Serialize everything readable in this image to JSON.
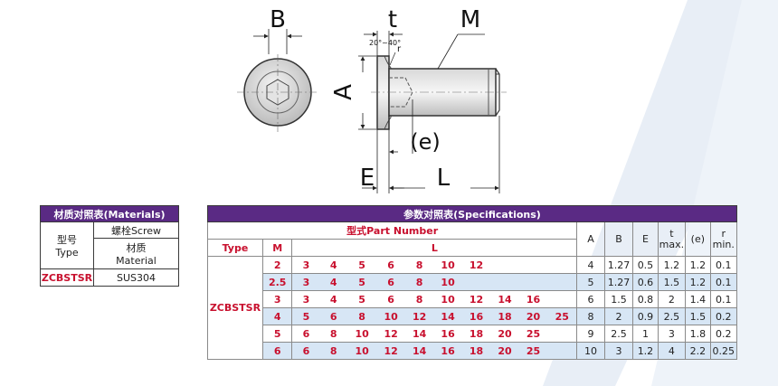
{
  "drawing": {
    "labels": {
      "B": "B",
      "t": "t",
      "M": "M",
      "angle": "20°~40°",
      "r": "r",
      "A": "A",
      "e": "(e)",
      "E": "E",
      "L": "L"
    }
  },
  "materials": {
    "title": "材质对照表(Materials)",
    "type_label_cn": "型号",
    "type_label_en": "Type",
    "screw_label": "螺栓Screw",
    "material_label_cn": "材质",
    "material_label_en": "Material",
    "type_value": "ZCBSTSR",
    "material_value": "SUS304"
  },
  "specs": {
    "title": "参数对照表(Specifications)",
    "part_number": "型式Part Number",
    "col_type": "Type",
    "col_m": "M",
    "col_l": "L",
    "col_a": "A",
    "col_b": "B",
    "col_e": "E",
    "col_t": "t",
    "col_t_sub": "max.",
    "col_paren_e": "(e)",
    "col_r": "r",
    "col_r_sub": "min.",
    "type_value": "ZCBSTSR",
    "rows": [
      {
        "m": "2",
        "l": [
          "3",
          "4",
          "5",
          "6",
          "8",
          "10",
          "12",
          "",
          ""
        ],
        "a": "4",
        "b": "1.27",
        "e": "0.5",
        "t": "1.2",
        "pe": "1.2",
        "r": "0.1"
      },
      {
        "m": "2.5",
        "l": [
          "3",
          "4",
          "5",
          "6",
          "8",
          "10",
          "",
          "",
          ""
        ],
        "a": "5",
        "b": "1.27",
        "e": "0.6",
        "t": "1.5",
        "pe": "1.2",
        "r": "0.1"
      },
      {
        "m": "3",
        "l": [
          "3",
          "4",
          "5",
          "6",
          "8",
          "10",
          "12",
          "14",
          "16",
          "",
          ""
        ],
        "a": "6",
        "b": "1.5",
        "e": "0.8",
        "t": "2",
        "pe": "1.4",
        "r": "0.1"
      },
      {
        "m": "4",
        "l": [
          "5",
          "6",
          "8",
          "10",
          "12",
          "14",
          "16",
          "18",
          "20",
          "25"
        ],
        "a": "8",
        "b": "2",
        "e": "0.9",
        "t": "2.5",
        "pe": "1.5",
        "r": "0.2"
      },
      {
        "m": "5",
        "l": [
          "6",
          "8",
          "10",
          "12",
          "14",
          "16",
          "18",
          "20",
          "25",
          ""
        ],
        "a": "9",
        "b": "2.5",
        "e": "1",
        "t": "3",
        "pe": "1.8",
        "r": "0.2"
      },
      {
        "m": "6",
        "l": [
          "6",
          "8",
          "10",
          "12",
          "14",
          "16",
          "18",
          "20",
          "25",
          ""
        ],
        "a": "10",
        "b": "3",
        "e": "1.2",
        "t": "4",
        "pe": "2.2",
        "r": "0.25"
      }
    ]
  }
}
